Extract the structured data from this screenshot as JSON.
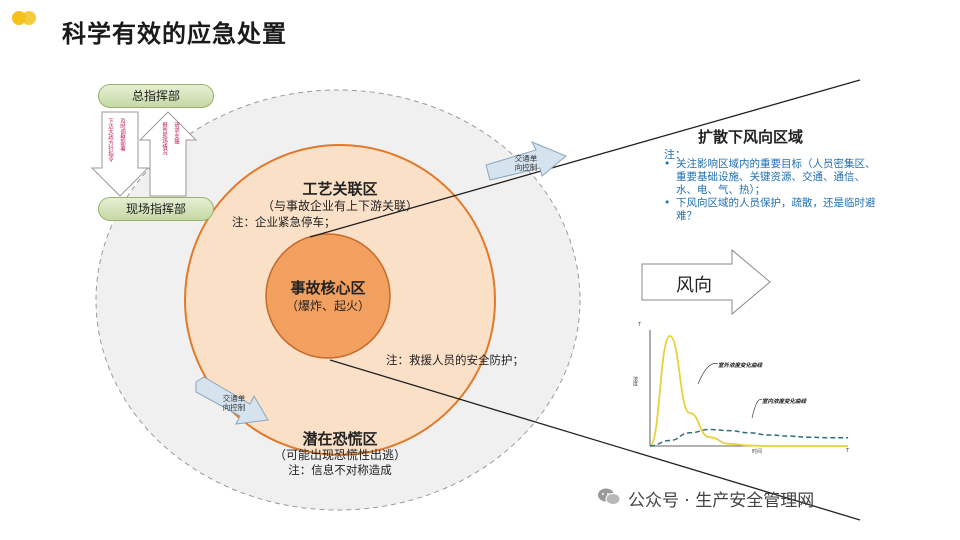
{
  "slide": {
    "title": "科学有效的应急处置"
  },
  "command": {
    "top": "总指挥部",
    "bottom": "现场指挥部",
    "down_text": "下达大政方针指令",
    "down_text2": "及时调整部署",
    "up_text": "报告现场情况",
    "up_text2": "请求支援"
  },
  "traffic_control": {
    "label_line1": "交通单",
    "label_line2": "向控制"
  },
  "zones": {
    "core": {
      "title": "事故核心区",
      "subtitle": "（爆炸、起火）"
    },
    "process": {
      "title": "工艺关联区",
      "subtitle": "（与事故企业有上下游关联）",
      "note": "注：企业紧急停车；"
    },
    "rescue_note": "注：救援人员的安全防护；",
    "panic": {
      "title": "潜在恐慌区",
      "subtitle": "（可能出现恐慌性出逃）",
      "note": "注：信息不对称造成"
    }
  },
  "downwind": {
    "title": "扩散下风向区域",
    "note": "注：",
    "items": [
      "关注影响区域内的重要目标（人员密集区、重要基础设施、关键资源、交通、通信、水、电、气、热）；",
      "下风向区域的人员保护，疏散，还是临时避难？"
    ]
  },
  "wind": {
    "label": "风向"
  },
  "colors": {
    "accent_dot": "#f4c21b",
    "core_fill": "#f2a060",
    "process_fill": "#fbe0c8",
    "outer_fill": "#f0f0f0",
    "bullet_text": "#1f6fb2",
    "curve_outdoor": "#e8d23a",
    "curve_indoor": "#2e6f7a"
  },
  "chart_data": {
    "type": "line",
    "xlabel": "时间",
    "ylabel": "浓度",
    "x_end_label": "T",
    "y_end_label": "T",
    "x": [
      0,
      1,
      2,
      3,
      4,
      5,
      6,
      7,
      8,
      9,
      10
    ],
    "series": [
      {
        "name": "室外浓度变化曲线",
        "values": [
          0,
          10,
          3,
          0.8,
          0.2,
          0.05,
          0,
          0,
          0,
          0,
          0
        ]
      },
      {
        "name": "室内浓度变化曲线",
        "values": [
          0,
          0.5,
          1.2,
          1.5,
          1.4,
          1.2,
          1.0,
          0.9,
          0.8,
          0.75,
          0.75
        ]
      }
    ]
  },
  "footer": {
    "text": "公众号 · 生产安全管理网",
    "icon": "wechat-icon"
  }
}
